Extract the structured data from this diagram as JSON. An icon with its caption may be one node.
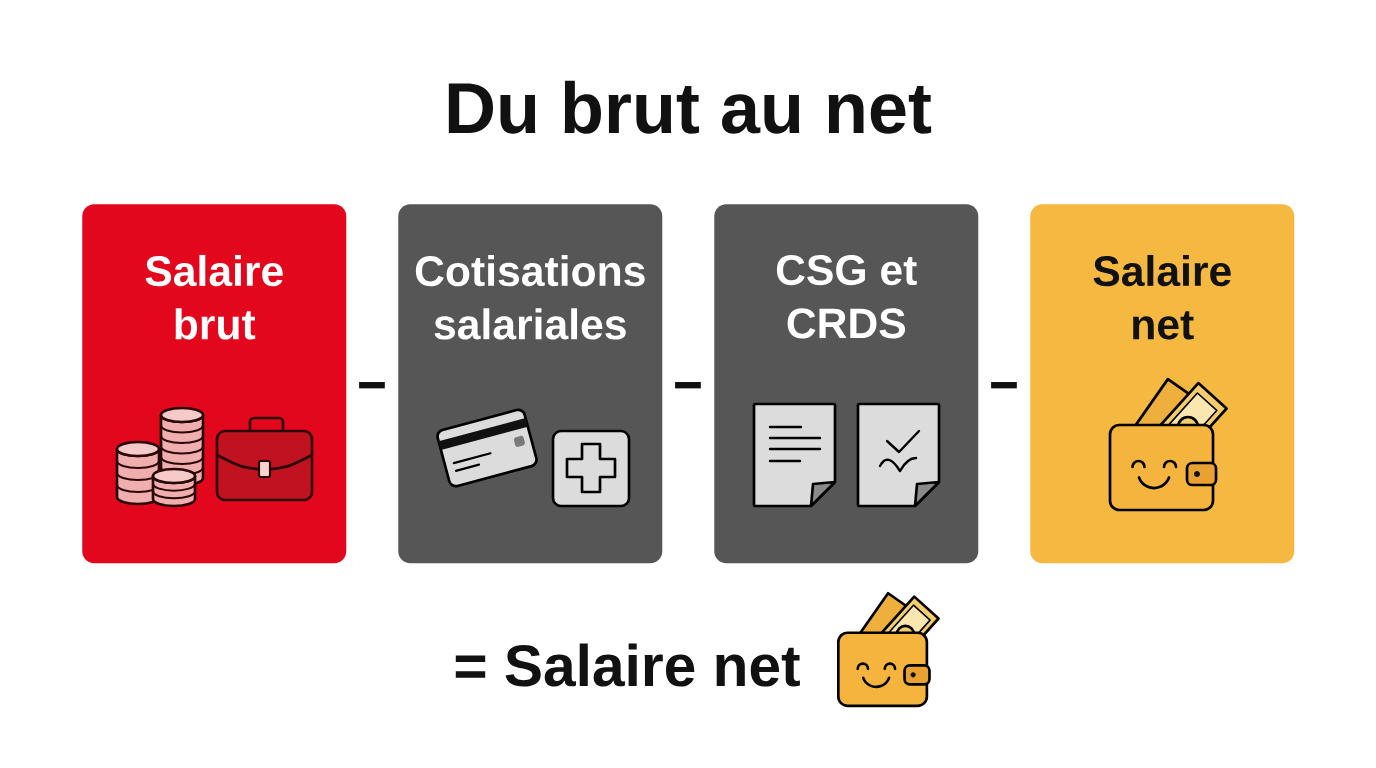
{
  "diagram": {
    "title": "Du brut au net",
    "nodes": [
      {
        "text": [
          "Salaire brut"
        ]
      },
      {
        "text": [
          "Cotisations salariales"
        ]
      },
      {
        "text": [
          "CSG et CRDS"
        ]
      },
      {
        "text": [
          "Salaire net"
        ]
      }
    ],
    "labels": [
      "-",
      "-",
      "-",
      "= Salaire net"
    ]
  }
}
